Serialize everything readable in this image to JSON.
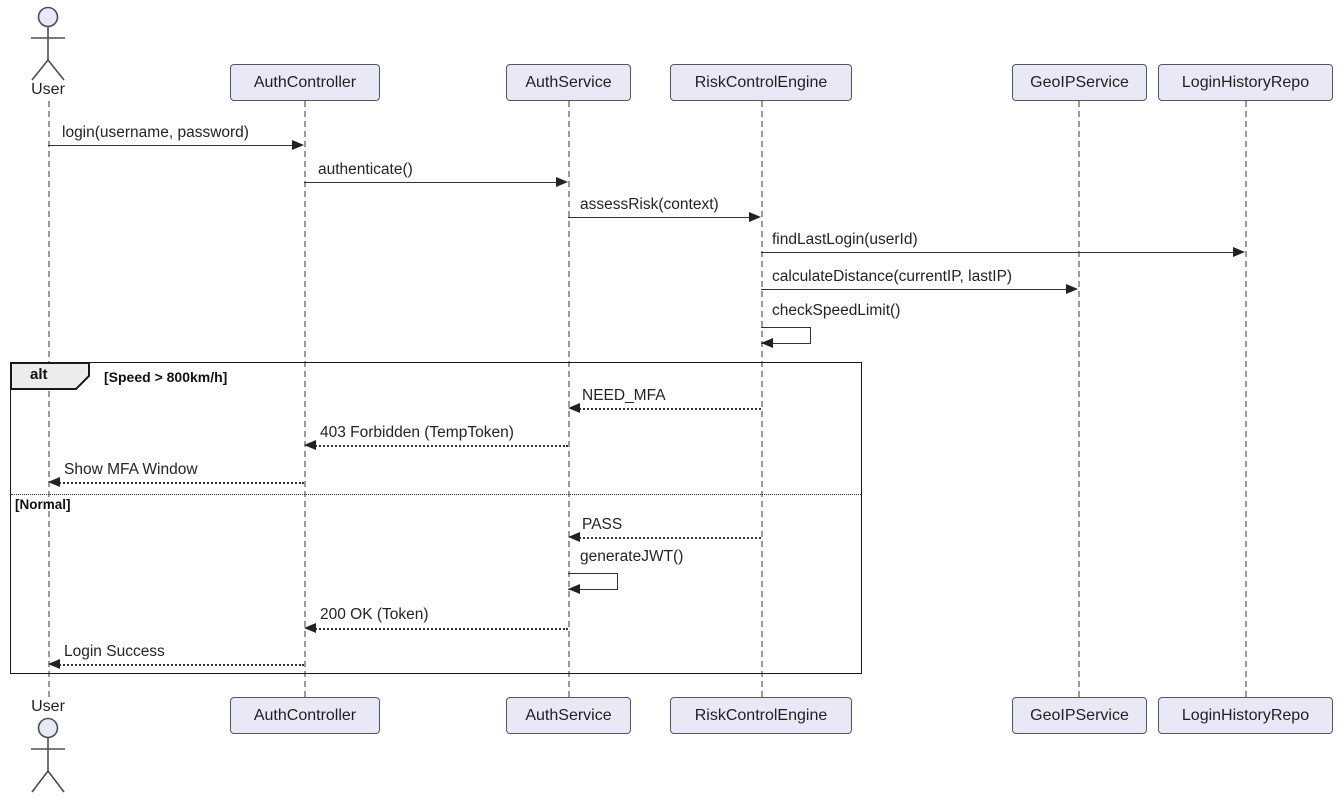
{
  "diagram": {
    "kind": "uml-sequence-diagram",
    "participants": [
      {
        "label": "User",
        "type": "actor"
      },
      {
        "label": "AuthController",
        "type": "participant"
      },
      {
        "label": "AuthService",
        "type": "participant"
      },
      {
        "label": "RiskControlEngine",
        "type": "participant"
      },
      {
        "label": "GeoIPService",
        "type": "participant"
      },
      {
        "label": "LoginHistoryRepo",
        "type": "participant"
      }
    ],
    "messages": [
      {
        "from": "User",
        "to": "AuthController",
        "label": "login(username, password)",
        "line": "solid"
      },
      {
        "from": "AuthController",
        "to": "AuthService",
        "label": "authenticate()",
        "line": "solid"
      },
      {
        "from": "AuthService",
        "to": "RiskControlEngine",
        "label": "assessRisk(context)",
        "line": "solid"
      },
      {
        "from": "RiskControlEngine",
        "to": "LoginHistoryRepo",
        "label": "findLastLogin(userId)",
        "line": "solid"
      },
      {
        "from": "RiskControlEngine",
        "to": "GeoIPService",
        "label": "calculateDistance(currentIP, lastIP)",
        "line": "solid"
      },
      {
        "from": "RiskControlEngine",
        "to": "RiskControlEngine",
        "label": "checkSpeedLimit()",
        "line": "solid-self"
      },
      {
        "from": "RiskControlEngine",
        "to": "AuthService",
        "label": "NEED_MFA",
        "line": "dotted"
      },
      {
        "from": "AuthService",
        "to": "AuthController",
        "label": "403 Forbidden (TempToken)",
        "line": "dotted"
      },
      {
        "from": "AuthController",
        "to": "User",
        "label": "Show MFA Window",
        "line": "dotted"
      },
      {
        "from": "RiskControlEngine",
        "to": "AuthService",
        "label": "PASS",
        "line": "dotted"
      },
      {
        "from": "AuthService",
        "to": "AuthService",
        "label": "generateJWT()",
        "line": "solid-self"
      },
      {
        "from": "AuthService",
        "to": "AuthController",
        "label": "200 OK (Token)",
        "line": "dotted"
      },
      {
        "from": "AuthController",
        "to": "User",
        "label": "Login Success",
        "line": "dotted"
      }
    ],
    "fragment": {
      "operator": "alt",
      "branches": [
        "[Speed > 800km/h]",
        "[Normal]"
      ]
    },
    "colors": {
      "background": "#ffffff",
      "participant_fill": "#e8e8f7",
      "participant_border": "#55555f",
      "lifeline": "#9a9aa2",
      "message": "#333333",
      "fragment_border": "#1a1a1a",
      "fragment_label_fill": "#ececec"
    }
  }
}
